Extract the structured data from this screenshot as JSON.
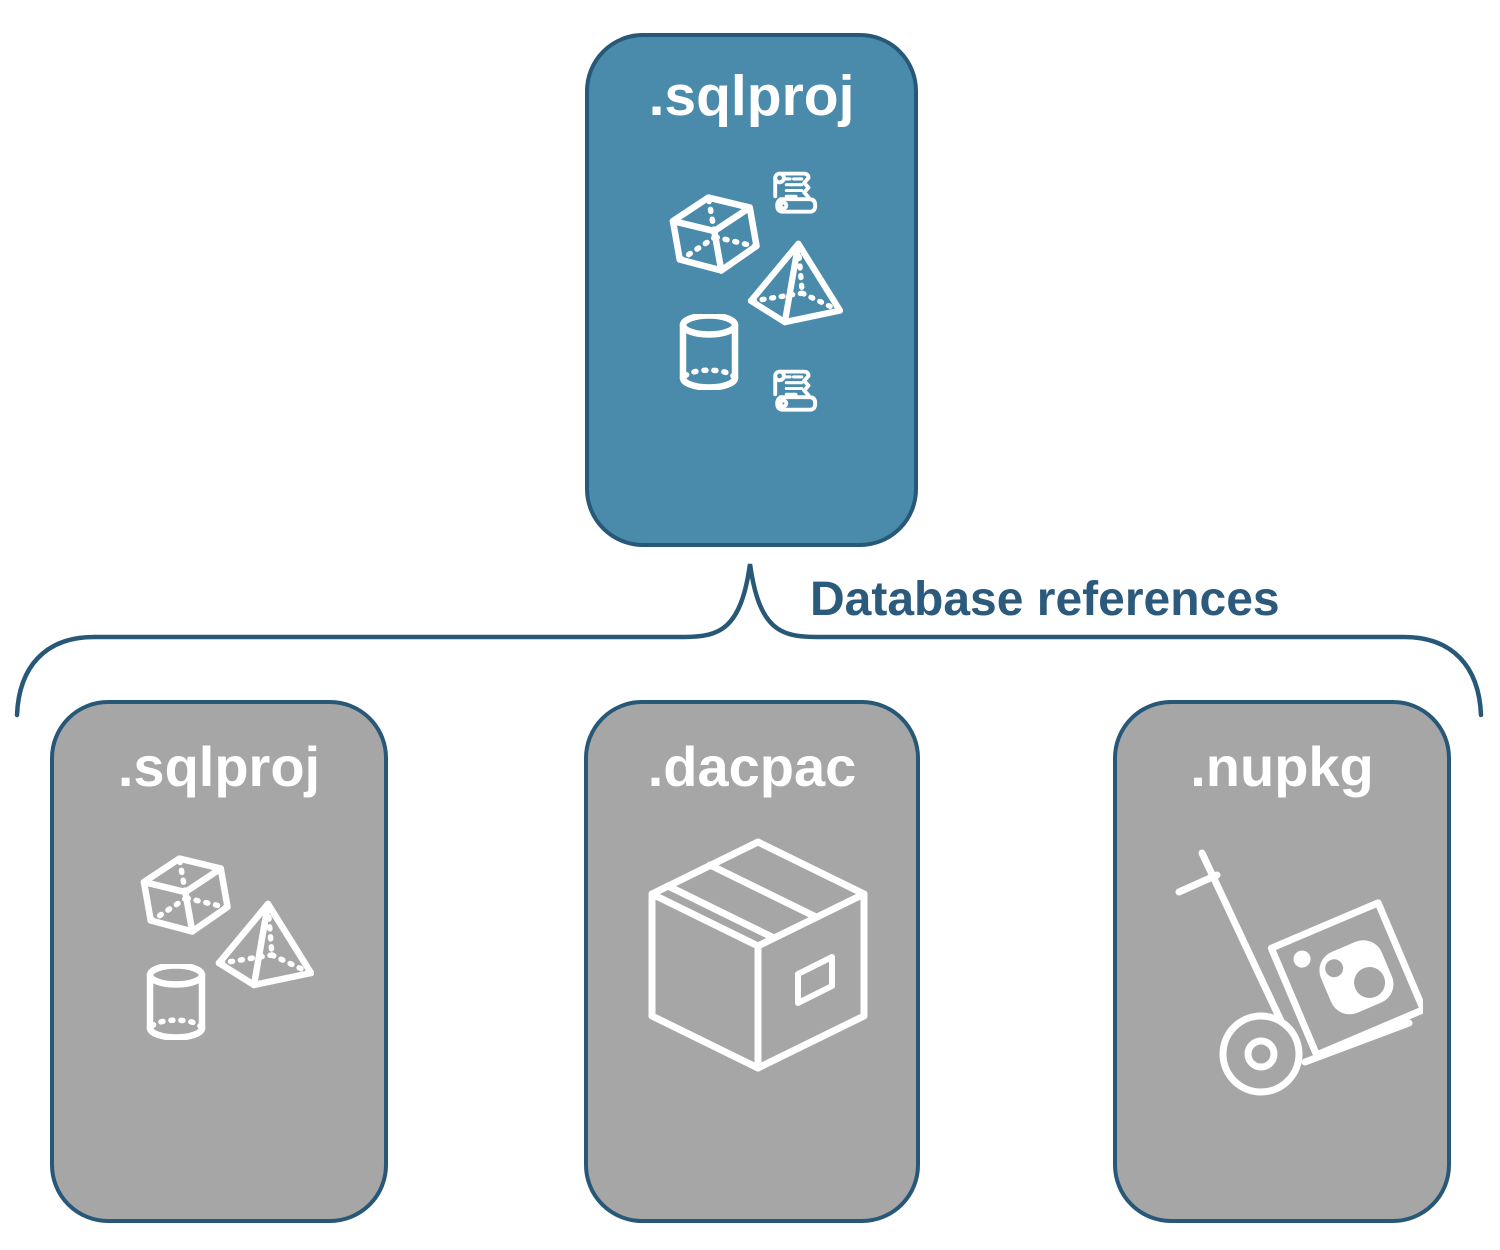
{
  "root_box": {
    "label": ".sqlproj"
  },
  "connector": {
    "label": "Database references"
  },
  "child_boxes": [
    {
      "label": ".sqlproj"
    },
    {
      "label": ".dacpac"
    },
    {
      "label": ".nupkg"
    }
  ],
  "icons": {
    "root_box": [
      "scroll-icon",
      "cube-icon",
      "pyramid-icon",
      "cylinder-icon",
      "scroll-icon"
    ],
    "sqlproj_child": [
      "cube-icon",
      "pyramid-icon",
      "cylinder-icon"
    ],
    "dacpac_child": [
      "package-box-icon"
    ],
    "nupkg_child": [
      "nuget-handtruck-icon"
    ]
  },
  "colors": {
    "root_box_fill": "#4a8aab",
    "child_box_fill": "#a6a6a6",
    "outline": "#275877",
    "connector_text": "#2b5a7c",
    "box_label_text": "#ffffff",
    "icon_stroke": "#ffffff",
    "background": "#ffffff"
  }
}
